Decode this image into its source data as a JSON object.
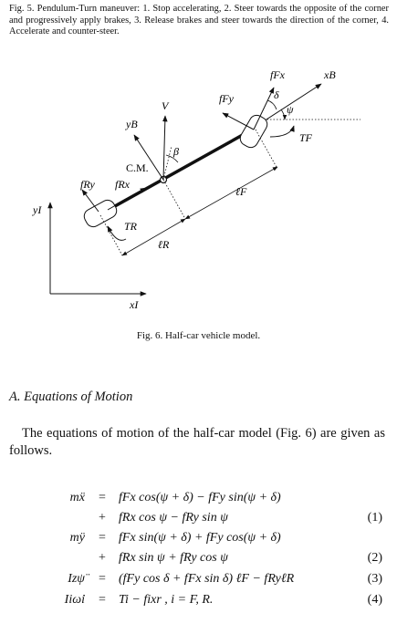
{
  "fig5_caption": "Fig. 5.   Pendulum-Turn maneuver: 1. Stop accelerating, 2. Steer towards the opposite of the corner and progressively apply brakes, 3. Release brakes and steer towards the direction of the corner, 4. Accelerate and counter-steer.",
  "diagram": {
    "labels": {
      "fFx": "fFx",
      "delta": "δ",
      "xB": "xB",
      "fFy": "fFy",
      "psi": "ψ",
      "V": "V",
      "yB": "yB",
      "TF": "TF",
      "beta": "β",
      "CM": "C.M.",
      "fRy": "fRy",
      "fRx": "fRx",
      "lF": "ℓF",
      "yI": "yI",
      "TR": "TR",
      "lR": "ℓR",
      "xI": "xI"
    }
  },
  "fig6_caption": "Fig. 6.   Half-car vehicle model.",
  "section_title": "A.  Equations of Motion",
  "paragraph": "The equations of motion of the half-car model (Fig. 6) are given as follows.",
  "equations": [
    {
      "lhs": "mẍ",
      "rel": "=",
      "rhs": "fFx cos(ψ + δ) − fFy sin(ψ + δ)",
      "num": ""
    },
    {
      "lhs": "",
      "rel": "+",
      "rhs": "fRx cos ψ − fRy sin ψ",
      "num": "(1)"
    },
    {
      "lhs": "mÿ",
      "rel": "=",
      "rhs": "fFx sin(ψ + δ) + fFy cos(ψ + δ)",
      "num": ""
    },
    {
      "lhs": "",
      "rel": "+",
      "rhs": "fRx sin ψ + fRy cos ψ",
      "num": "(2)"
    },
    {
      "lhs": "Izψ̈",
      "rel": "=",
      "rhs": "(fFy cos δ + fFx sin δ) ℓF − fRyℓR",
      "num": "(3)"
    },
    {
      "lhs": "Iiω̇i",
      "rel": "=",
      "rhs": "Ti − fixr ,  i = F, R.",
      "num": "(4)"
    }
  ]
}
